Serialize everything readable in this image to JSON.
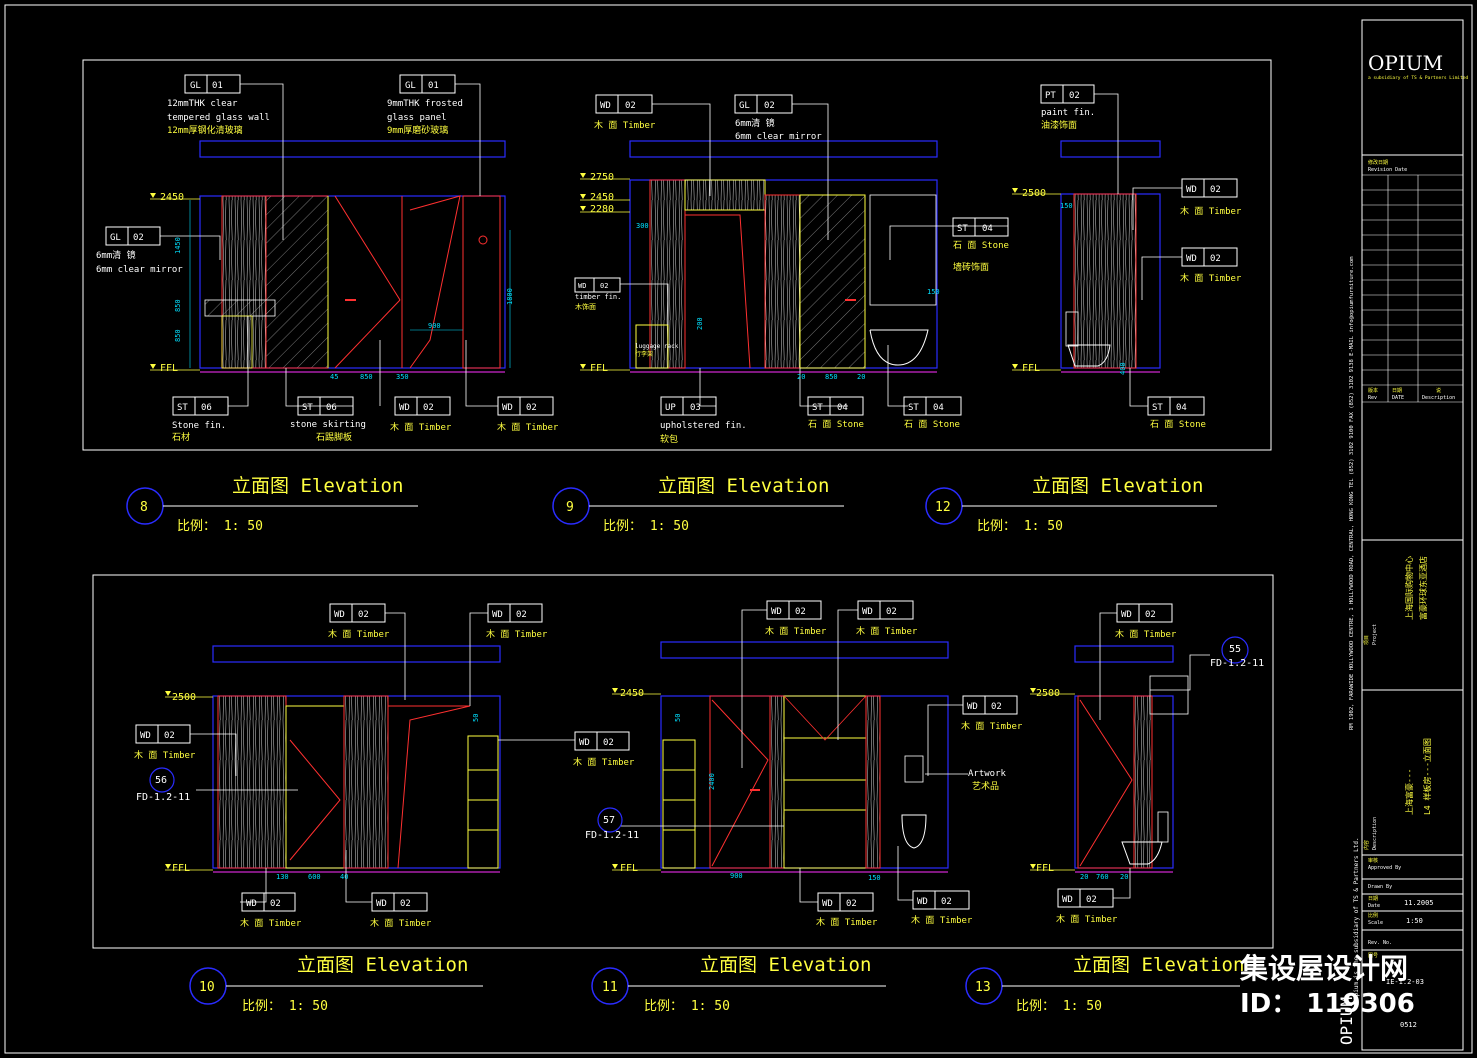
{
  "colors": {
    "bg": "#000000",
    "frame": "#ffffff",
    "blue": "#2a2cff",
    "yellow": "#ffff40",
    "red": "#ff3030",
    "cyan": "#00e0ff",
    "magenta": "#ff30ff",
    "white": "#ffffff",
    "orange": "#ff9a2a",
    "purple": "#b000ff"
  },
  "watermark": {
    "site": "集设屋设计网",
    "id": "ID： 119306"
  },
  "elev_title": "立面图 Elevation",
  "scale": "比例： 1: 50",
  "view8": {
    "num": "8",
    "lvl_top": "2450",
    "lvl_ffl": "FFL",
    "tag_gl01": {
      "code": "GL",
      "no": "01",
      "l1": "12mmTHK clear",
      "l2": "tempered glass wall",
      "l3": "12mm厚钢化清玻璃"
    },
    "tag_gl01b": {
      "code": "GL",
      "no": "01",
      "l1": "9mmTHK frosted",
      "l2": "glass panel",
      "l3": "9mm厚磨砂玻璃"
    },
    "tag_gl02": {
      "code": "GL",
      "no": "02",
      "l1": "6mm清 镜",
      "l2": "6mm clear mirror"
    },
    "tag_st06a": {
      "code": "ST",
      "no": "06",
      "l1": "Stone fin.",
      "l2": "石材"
    },
    "tag_st06b": {
      "code": "ST",
      "no": "06",
      "l1": "stone skirting",
      "l2": "石踢脚板"
    },
    "tag_wd02a": {
      "code": "WD",
      "no": "02",
      "l1": "木 面 Timber"
    },
    "tag_wd02b": {
      "code": "WD",
      "no": "02",
      "l1": "木 面 Timber"
    },
    "dims": {
      "a": "1450",
      "b": "850",
      "c": "850",
      "d": "900",
      "e": "1800",
      "f": "45",
      "g": "850",
      "h": "350"
    }
  },
  "view9": {
    "num": "9",
    "lvl1": "2750",
    "lvl2": "2450",
    "lvl3": "2280",
    "lvl_ffl": "FFL",
    "tag_wd02": {
      "code": "WD",
      "no": "02",
      "l1": "木 面 Timber"
    },
    "tag_gl02": {
      "code": "GL",
      "no": "02",
      "l1": "6mm清 镜",
      "l2": "6mm clear mirror"
    },
    "tag_st04": {
      "code": "ST",
      "no": "04",
      "l1": "石 面 Stone",
      "l2": "墙砖饰面"
    },
    "tag_wd02b": {
      "code": "WD",
      "no": "02",
      "l1": "timber fin.",
      "l2": "木饰面"
    },
    "luggage": "luggage rack",
    "luggage2": "行李架",
    "tag_up03": {
      "code": "UP",
      "no": "03",
      "l1": "upholstered fin.",
      "l2": "软包"
    },
    "tag_st04b": {
      "code": "ST",
      "no": "04",
      "l1": "石 面 Stone"
    },
    "tag_st04c": {
      "code": "ST",
      "no": "04",
      "l1": "石 面 Stone"
    },
    "dims": {
      "a": "300",
      "b": "20",
      "c": "850",
      "d": "20",
      "e": "150",
      "f": "200"
    }
  },
  "view12": {
    "num": "12",
    "lvl_top": "2500",
    "lvl_ffl": "FFL",
    "tag_pt02": {
      "code": "PT",
      "no": "02",
      "l1": "paint fin.",
      "l2": "油漆饰面"
    },
    "tag_wd02a": {
      "code": "WD",
      "no": "02",
      "l1": "木 面 Timber"
    },
    "tag_wd02b": {
      "code": "WD",
      "no": "02",
      "l1": "木 面 Timber"
    },
    "tag_st04": {
      "code": "ST",
      "no": "04",
      "l1": "石 面 Stone"
    },
    "dims": {
      "a": "150",
      "b": "400"
    }
  },
  "view10": {
    "num": "10",
    "lvl_top": "2500",
    "lvl_ffl": "FFL",
    "tag_wd02a": {
      "code": "WD",
      "no": "02",
      "l1": "木 面 Timber"
    },
    "tag_wd02b": {
      "code": "WD",
      "no": "02",
      "l1": "木 面 Timber"
    },
    "tag_wd02c": {
      "code": "WD",
      "no": "02",
      "l1": "木 面 Timber"
    },
    "tag_wd02d": {
      "code": "WD",
      "no": "02",
      "l1": "木 面 Timber"
    },
    "tag_wd02e": {
      "code": "WD",
      "no": "02",
      "l1": "木 面 Timber"
    },
    "tag_wd02f": {
      "code": "WD",
      "no": "02",
      "l1": "木 面 Timber"
    },
    "fd": {
      "no": "56",
      "ref": "FD-1.2-11"
    },
    "dims": {
      "a": "130",
      "b": "600",
      "c": "40",
      "d": "50"
    }
  },
  "view11": {
    "num": "11",
    "lvl_top": "2450",
    "lvl_ffl": "FFL",
    "tag_wd02a": {
      "code": "WD",
      "no": "02",
      "l1": "木 面 Timber"
    },
    "tag_wd02b": {
      "code": "WD",
      "no": "02",
      "l1": "木 面 Timber"
    },
    "tag_wd02c": {
      "code": "WD",
      "no": "02",
      "l1": "木 面 Timber"
    },
    "tag_wd02d": {
      "code": "WD",
      "no": "02",
      "l1": "木 面 Timber"
    },
    "tag_wd02e": {
      "code": "WD",
      "no": "02",
      "l1": "木 面 Timber"
    },
    "artwork": "Artwork",
    "artwork2": "艺术品",
    "fd": {
      "no": "57",
      "ref": "FD-1.2-11"
    },
    "dims": {
      "a": "900",
      "b": "2400",
      "c": "150",
      "d": "50"
    }
  },
  "view13": {
    "num": "13",
    "lvl_top": "2500",
    "lvl_ffl": "FFL",
    "tag_wd02a": {
      "code": "WD",
      "no": "02",
      "l1": "木 面 Timber"
    },
    "tag_wd02b": {
      "code": "WD",
      "no": "02",
      "l1": "木 面 Timber"
    },
    "fd": {
      "no": "55",
      "ref": "FD-1.2-11"
    },
    "dims": {
      "a": "20",
      "b": "760",
      "c": "20"
    }
  },
  "titleblock": {
    "logo": "OPIUM",
    "logo_sub": "a subsidiary of TS & Partners Limited",
    "revision": "修改日期",
    "revision_en": "Revision Date",
    "rev_cols": {
      "a": "版本",
      "a_en": "Rev",
      "b": "日期",
      "b_en": "DATE",
      "c": "说",
      "c_en": "Description"
    },
    "address": "RM 1902, FARAWIDE HOLLYWOOD CENTRE, 1 HOLLYWOOD ROAD, CENTRAL, HONG KONG   TEL (852) 3102 9100   FAX (852) 3102 9138   E-MAIL info@opiumfurniture.com",
    "subsidiary": "Opium is the subsidiary of TS & Partners Ltd.",
    "project_label": "项目",
    "project_en": "Project",
    "project": "上海国际购物中心",
    "project2": "富豪环球东亚酒店",
    "desc_label": "内容",
    "desc_en": "Description",
    "desc1": "上海富豪---",
    "desc2": "L4 样板房---立面图",
    "approved": "审核",
    "approved_en": "Approved By",
    "drawn": "Drawn By",
    "date_label": "日期",
    "date_en": "Date",
    "date": "11.2005",
    "scale_label": "比例",
    "scale_en": "Scale",
    "scale": "1:50",
    "rev_label": "Rev. No.",
    "dwg_label": "图号",
    "dwg_no": "IE-1.2-03",
    "sheet": "0512"
  }
}
